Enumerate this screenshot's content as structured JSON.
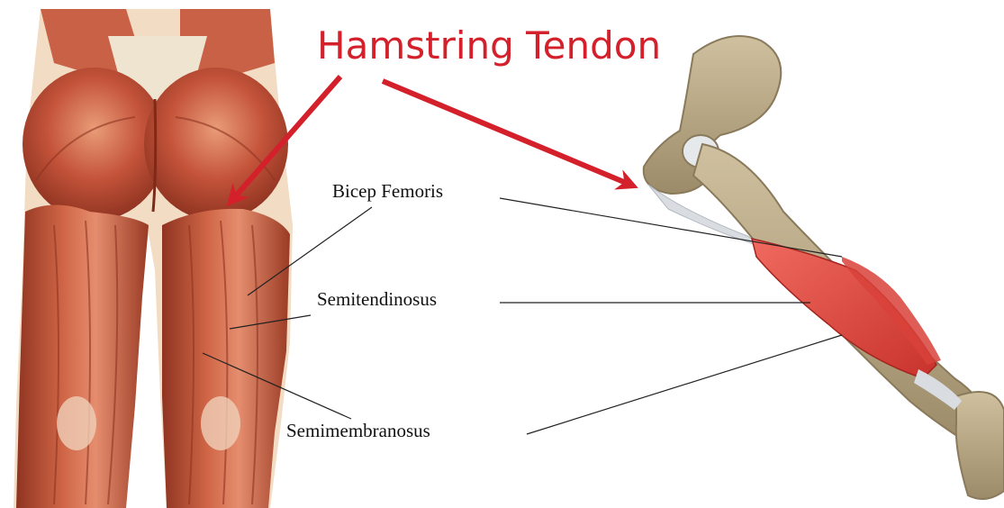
{
  "title": "Hamstring Tendon",
  "labels": {
    "biceps_femoris": "Bicep Femoris",
    "semitendinosus": "Semitendinosus",
    "semimembranosus": "Semimembranosus"
  },
  "colors": {
    "title": "#d4202a",
    "arrow": "#d4202a",
    "muscle": "#c4533a",
    "muscle_dark": "#8f3421",
    "muscle_light": "#e58d6e",
    "skin": "#f2dcc4",
    "bone": "#b7a685",
    "bone_dark": "#8a7a5c",
    "tendon": "#d9dde2",
    "hamstring_highlight": "#e8463e",
    "leader_line": "#222222"
  },
  "icons": [
    "arrow-icon"
  ]
}
